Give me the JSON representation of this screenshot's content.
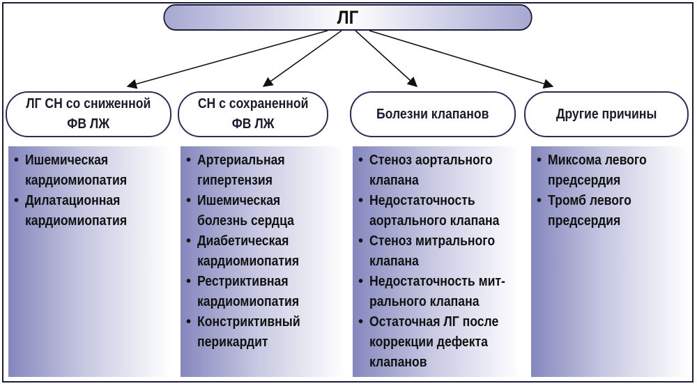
{
  "root": {
    "label": "ЛГ"
  },
  "columns": [
    {
      "header": "ЛГ СН со сниженной\nФВ ЛЖ",
      "items": [
        "Ишемическая\nкардиомиопатия",
        "Дилатационная\nкардиомиопатия"
      ]
    },
    {
      "header": "СН с сохраненной\nФВ ЛЖ",
      "items": [
        "Артериальная\nгипертензия",
        "Ишемическая\nболезнь сердца",
        "Диабетическая\nкардиомиопатия",
        "Рестриктивная\nкардиомиопатия",
        "Констриктивный\nперикардит"
      ]
    },
    {
      "header": "Болезни клапанов",
      "items": [
        "Стеноз аортального\nклапана",
        "Недостаточность\nаортального клапана",
        "Стеноз митрального\nклапана",
        "Недостаточность мит-\nрального клапана",
        "Остаточная ЛГ после\nкоррекции дефекта\nклапанов"
      ]
    },
    {
      "header": "Другие причины",
      "items": [
        "Миксома левого\nпредсердия",
        "Тромб левого\nпредсердия"
      ]
    }
  ],
  "colors": {
    "border": "#1b1b3a",
    "panel_dark": "#8487bd",
    "panel_light": "#ffffff"
  },
  "bullet": "•"
}
